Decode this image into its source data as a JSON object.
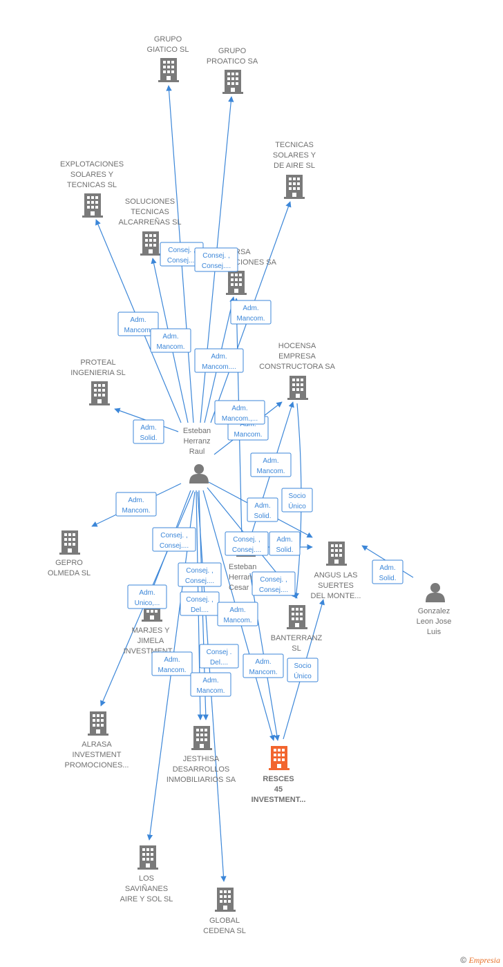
{
  "colors": {
    "edge": "#3b86d8",
    "building": "#7a7a7a",
    "building_main": "#f2652e",
    "person": "#7a7a7a",
    "label": "#6f6f6f"
  },
  "nodes": {
    "grupo_giatico": {
      "lines": [
        "GRUPO",
        "GIATICO SL"
      ],
      "icon": "building-icon"
    },
    "grupo_proatico": {
      "lines": [
        "GRUPO",
        "PROATICO SA"
      ],
      "icon": "building-icon"
    },
    "explotaciones": {
      "lines": [
        "EXPLOTACIONES",
        "SOLARES Y",
        "TECNICAS SL"
      ],
      "icon": "building-icon"
    },
    "tecnicas_solares": {
      "lines": [
        "TECNICAS",
        "SOLARES Y",
        "DE AIRE SL"
      ],
      "icon": "building-icon"
    },
    "soluciones": {
      "lines": [
        "SOLUCIONES",
        "TECNICAS",
        "ALCARREÑAS SL"
      ],
      "icon": "building-icon"
    },
    "rsa": {
      "lines": [
        "RSA",
        "CIONES SA"
      ],
      "icon": "building-icon"
    },
    "hocensa": {
      "lines": [
        "HOCENSA",
        "EMPRESA",
        "CONSTRUCTORA SA"
      ],
      "icon": "building-icon"
    },
    "proteal": {
      "lines": [
        "PROTEAL",
        "INGENIERIA SL"
      ],
      "icon": "building-icon"
    },
    "esteban_raul": {
      "lines": [
        "Esteban",
        "Herranz",
        "Raul"
      ],
      "icon": "person-icon"
    },
    "gepro": {
      "lines": [
        "GEPRO",
        "OLMEDA SL"
      ],
      "icon": "building-icon"
    },
    "esteban_cesar": {
      "lines": [
        "Esteban",
        "Herran",
        "Cesar"
      ],
      "icon": "person-icon"
    },
    "angus": {
      "lines": [
        "ANGUS LAS",
        "SUERTES",
        "DEL MONTE..."
      ],
      "icon": "building-icon"
    },
    "gonzalez": {
      "lines": [
        "Gonzalez",
        "Leon Jose",
        "Luis"
      ],
      "icon": "person-icon"
    },
    "marjes": {
      "lines": [
        "MARJES Y",
        "JIMELA",
        "INVESTMENT..."
      ],
      "icon": "building-icon"
    },
    "banterranz": {
      "lines": [
        "BANTERRANZ",
        "SL"
      ],
      "icon": "building-icon"
    },
    "alrasa": {
      "lines": [
        "ALRASA",
        "INVESTMENT",
        "PROMOCIONES..."
      ],
      "icon": "building-icon"
    },
    "jesthisa": {
      "lines": [
        "JESTHISA",
        "DESARROLLOS",
        "INMOBILIARIOS SA"
      ],
      "icon": "building-icon"
    },
    "resces": {
      "lines": [
        "RESCES",
        "45",
        "INVESTMENT..."
      ],
      "icon": "building-icon"
    },
    "los_savinanes": {
      "lines": [
        "LOS",
        "SAVIÑANES",
        "AIRE Y SOL SL"
      ],
      "icon": "building-icon"
    },
    "global_cedena": {
      "lines": [
        "GLOBAL",
        "CEDENA  SL"
      ],
      "icon": "building-icon"
    }
  },
  "edge_labels": {
    "consej_1": [
      "Consej. ,",
      "Consej...."
    ],
    "consej_2": [
      "Consej. ,",
      "Consej...."
    ],
    "adm_mancom_1": [
      "Adm.",
      "Mancom."
    ],
    "adm_mancom_2": [
      "Adm.",
      "Mancom."
    ],
    "adm_mancom_3": [
      "Adm.",
      "Mancom."
    ],
    "adm_mancom_4": [
      "Adm.",
      "Mancom...."
    ],
    "adm_mancom_5": [
      "Adm.",
      "Mancom.,..."
    ],
    "adm_mancom_6": [
      "Adm.",
      "Mancom."
    ],
    "adm_solid_1": [
      "Adm.",
      "Solid."
    ],
    "adm_mancom_7": [
      "Adm.",
      "Mancom."
    ],
    "adm_mancom_8": [
      "Adm.",
      "Mancom."
    ],
    "socio_unico_1": [
      "Socio",
      "Único"
    ],
    "adm_solid_2": [
      "Adm.",
      "Solid."
    ],
    "consej_3": [
      "Consej. ,",
      "Consej...."
    ],
    "consej_4": [
      "Consej. ,",
      "Consej...."
    ],
    "adm_solid_3": [
      "Adm.",
      "Solid."
    ],
    "adm_solid_4": [
      "Adm.",
      "Solid."
    ],
    "consej_5": [
      "Consej. ,",
      "Consej...."
    ],
    "adm_unico": [
      "Adm.",
      "Unico,..."
    ],
    "consej_del_1": [
      "Consej. ,",
      "Del...."
    ],
    "consej_6": [
      "Consej. ,",
      "Consej...."
    ],
    "adm_mancom_9": [
      "Adm.",
      "Mancom."
    ],
    "consej_del_2": [
      "Consej .",
      "Del...."
    ],
    "adm_mancom_10": [
      "Adm.",
      "Mancom."
    ],
    "adm_mancom_11": [
      "Adm.",
      "Mancom."
    ],
    "socio_unico_2": [
      "Socio",
      "Único"
    ],
    "adm_mancom_12": [
      "Adm.",
      "Mancom."
    ]
  },
  "footer": {
    "copyright": "©",
    "brand": "Empresia"
  }
}
